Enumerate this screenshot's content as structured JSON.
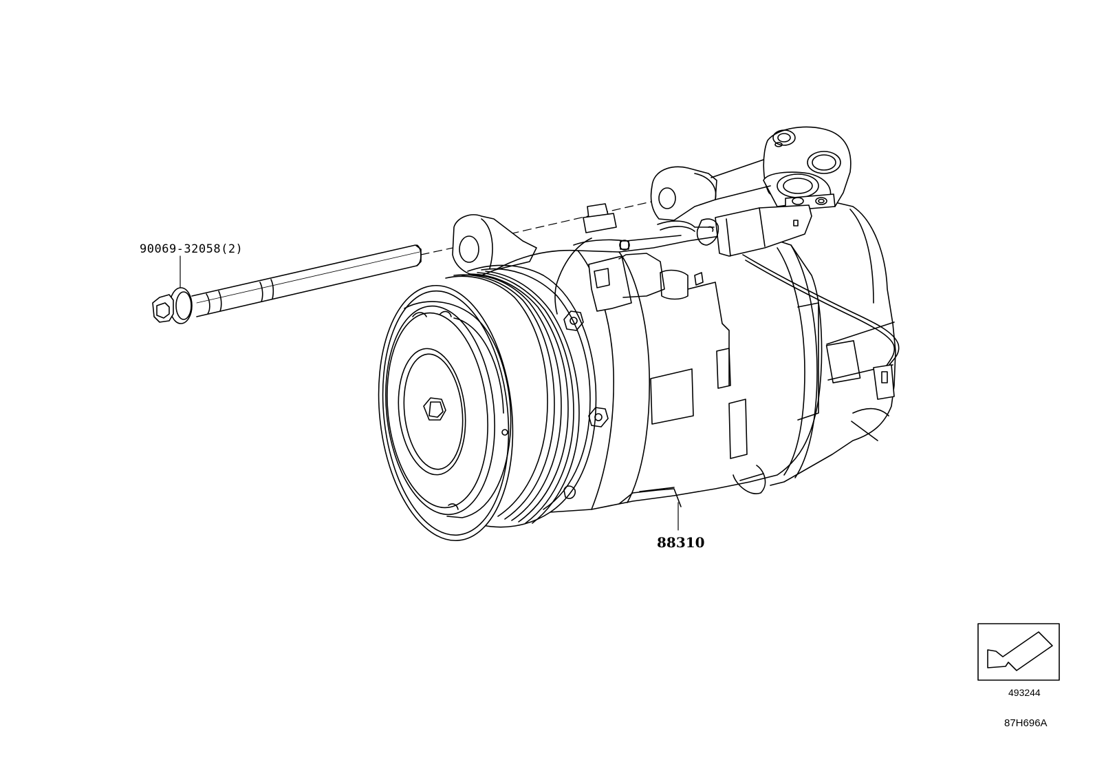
{
  "diagram": {
    "callouts": {
      "bolt_part": "90069-32058(2)",
      "compressor_part": "88310"
    },
    "view_reference": "493244",
    "illustration_id": "87H696A"
  },
  "colors": {
    "line": "#000000",
    "background": "#ffffff"
  }
}
